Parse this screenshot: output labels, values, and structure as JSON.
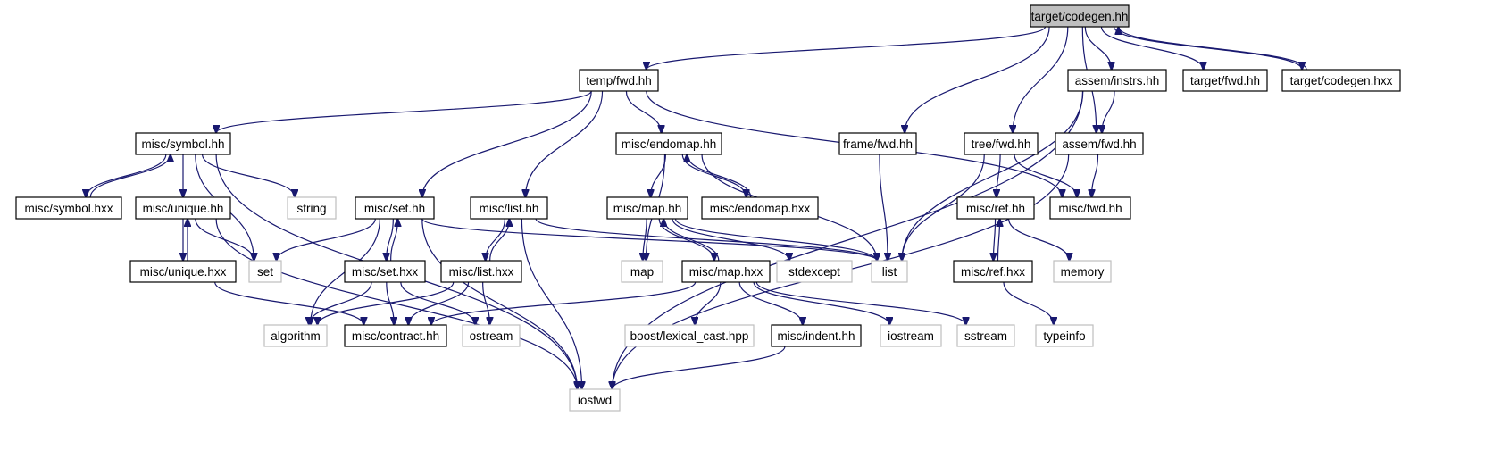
{
  "nodes": [
    {
      "id": "root",
      "label": "target/codegen.hh",
      "kind": "root"
    },
    {
      "id": "temp_fwd",
      "label": "temp/fwd.hh",
      "kind": "file"
    },
    {
      "id": "assem_instrs",
      "label": "assem/instrs.hh",
      "kind": "file"
    },
    {
      "id": "target_fwd",
      "label": "target/fwd.hh",
      "kind": "file"
    },
    {
      "id": "target_codegen_hxx",
      "label": "target/codegen.hxx",
      "kind": "file"
    },
    {
      "id": "misc_symbol",
      "label": "misc/symbol.hh",
      "kind": "file"
    },
    {
      "id": "misc_endomap",
      "label": "misc/endomap.hh",
      "kind": "file"
    },
    {
      "id": "frame_fwd",
      "label": "frame/fwd.hh",
      "kind": "file"
    },
    {
      "id": "tree_fwd",
      "label": "tree/fwd.hh",
      "kind": "file"
    },
    {
      "id": "assem_fwd",
      "label": "assem/fwd.hh",
      "kind": "file"
    },
    {
      "id": "misc_symbol_hxx",
      "label": "misc/symbol.hxx",
      "kind": "file"
    },
    {
      "id": "string",
      "label": "string",
      "kind": "sys"
    },
    {
      "id": "misc_unique",
      "label": "misc/unique.hh",
      "kind": "file"
    },
    {
      "id": "misc_set",
      "label": "misc/set.hh",
      "kind": "file"
    },
    {
      "id": "misc_list",
      "label": "misc/list.hh",
      "kind": "file"
    },
    {
      "id": "misc_map",
      "label": "misc/map.hh",
      "kind": "file"
    },
    {
      "id": "misc_endomap_hxx",
      "label": "misc/endomap.hxx",
      "kind": "file"
    },
    {
      "id": "misc_ref",
      "label": "misc/ref.hh",
      "kind": "file"
    },
    {
      "id": "misc_fwd",
      "label": "misc/fwd.hh",
      "kind": "file"
    },
    {
      "id": "misc_unique_hxx",
      "label": "misc/unique.hxx",
      "kind": "file"
    },
    {
      "id": "set",
      "label": "set",
      "kind": "sys"
    },
    {
      "id": "misc_set_hxx",
      "label": "misc/set.hxx",
      "kind": "file"
    },
    {
      "id": "misc_list_hxx",
      "label": "misc/list.hxx",
      "kind": "file"
    },
    {
      "id": "map",
      "label": "map",
      "kind": "sys"
    },
    {
      "id": "misc_map_hxx",
      "label": "misc/map.hxx",
      "kind": "file"
    },
    {
      "id": "stdexcept",
      "label": "stdexcept",
      "kind": "sys"
    },
    {
      "id": "list",
      "label": "list",
      "kind": "sys"
    },
    {
      "id": "misc_ref_hxx",
      "label": "misc/ref.hxx",
      "kind": "file"
    },
    {
      "id": "memory",
      "label": "memory",
      "kind": "sys"
    },
    {
      "id": "algorithm",
      "label": "algorithm",
      "kind": "sys"
    },
    {
      "id": "misc_contract",
      "label": "misc/contract.hh",
      "kind": "file"
    },
    {
      "id": "ostream",
      "label": "ostream",
      "kind": "sys"
    },
    {
      "id": "boost_lexical",
      "label": "boost/lexical_cast.hpp",
      "kind": "sys"
    },
    {
      "id": "misc_indent",
      "label": "misc/indent.hh",
      "kind": "file"
    },
    {
      "id": "iostream",
      "label": "iostream",
      "kind": "sys"
    },
    {
      "id": "sstream",
      "label": "sstream",
      "kind": "sys"
    },
    {
      "id": "typeinfo",
      "label": "typeinfo",
      "kind": "sys"
    },
    {
      "id": "iosfwd",
      "label": "iosfwd",
      "kind": "sys"
    }
  ],
  "edges": [
    [
      "root",
      "temp_fwd"
    ],
    [
      "root",
      "frame_fwd"
    ],
    [
      "root",
      "tree_fwd"
    ],
    [
      "root",
      "assem_instrs"
    ],
    [
      "root",
      "assem_fwd"
    ],
    [
      "root",
      "target_fwd"
    ],
    [
      "root",
      "target_codegen_hxx"
    ],
    [
      "target_codegen_hxx",
      "root"
    ],
    [
      "temp_fwd",
      "misc_symbol"
    ],
    [
      "temp_fwd",
      "misc_set"
    ],
    [
      "temp_fwd",
      "misc_list"
    ],
    [
      "temp_fwd",
      "misc_endomap"
    ],
    [
      "temp_fwd",
      "misc_fwd"
    ],
    [
      "misc_symbol",
      "misc_symbol_hxx"
    ],
    [
      "misc_symbol_hxx",
      "misc_symbol"
    ],
    [
      "misc_symbol",
      "misc_unique"
    ],
    [
      "misc_symbol",
      "string"
    ],
    [
      "misc_symbol",
      "set"
    ],
    [
      "misc_symbol",
      "iosfwd"
    ],
    [
      "misc_unique",
      "misc_unique_hxx"
    ],
    [
      "misc_unique_hxx",
      "misc_unique"
    ],
    [
      "misc_unique",
      "set"
    ],
    [
      "misc_unique",
      "iosfwd"
    ],
    [
      "misc_unique_hxx",
      "misc_contract"
    ],
    [
      "misc_set",
      "misc_set_hxx"
    ],
    [
      "misc_set_hxx",
      "misc_set"
    ],
    [
      "misc_set",
      "set"
    ],
    [
      "misc_set",
      "algorithm"
    ],
    [
      "misc_set",
      "list"
    ],
    [
      "misc_set",
      "iosfwd"
    ],
    [
      "misc_set_hxx",
      "algorithm"
    ],
    [
      "misc_set_hxx",
      "misc_contract"
    ],
    [
      "misc_set_hxx",
      "ostream"
    ],
    [
      "misc_list",
      "misc_list_hxx"
    ],
    [
      "misc_list_hxx",
      "misc_list"
    ],
    [
      "misc_list",
      "list"
    ],
    [
      "misc_list",
      "iosfwd"
    ],
    [
      "misc_list_hxx",
      "algorithm"
    ],
    [
      "misc_list_hxx",
      "misc_contract"
    ],
    [
      "misc_list_hxx",
      "ostream"
    ],
    [
      "misc_endomap",
      "misc_map"
    ],
    [
      "misc_endomap",
      "misc_endomap_hxx"
    ],
    [
      "misc_endomap_hxx",
      "misc_endomap"
    ],
    [
      "misc_endomap",
      "map"
    ],
    [
      "misc_endomap",
      "list"
    ],
    [
      "misc_map",
      "misc_map_hxx"
    ],
    [
      "misc_map_hxx",
      "misc_map"
    ],
    [
      "misc_map",
      "map"
    ],
    [
      "misc_map",
      "stdexcept"
    ],
    [
      "misc_map",
      "list"
    ],
    [
      "misc_map_hxx",
      "misc_contract"
    ],
    [
      "misc_map_hxx",
      "boost_lexical"
    ],
    [
      "misc_map_hxx",
      "misc_indent"
    ],
    [
      "misc_map_hxx",
      "iostream"
    ],
    [
      "misc_map_hxx",
      "sstream"
    ],
    [
      "misc_indent",
      "iosfwd"
    ],
    [
      "frame_fwd",
      "list"
    ],
    [
      "tree_fwd",
      "misc_ref"
    ],
    [
      "tree_fwd",
      "misc_fwd"
    ],
    [
      "tree_fwd",
      "list"
    ],
    [
      "misc_ref",
      "misc_ref_hxx"
    ],
    [
      "misc_ref_hxx",
      "misc_ref"
    ],
    [
      "misc_ref",
      "memory"
    ],
    [
      "misc_ref_hxx",
      "typeinfo"
    ],
    [
      "assem_instrs",
      "assem_fwd"
    ],
    [
      "assem_instrs",
      "list"
    ],
    [
      "assem_instrs",
      "iosfwd"
    ],
    [
      "assem_fwd",
      "misc_fwd"
    ],
    [
      "assem_fwd",
      "iosfwd"
    ]
  ]
}
